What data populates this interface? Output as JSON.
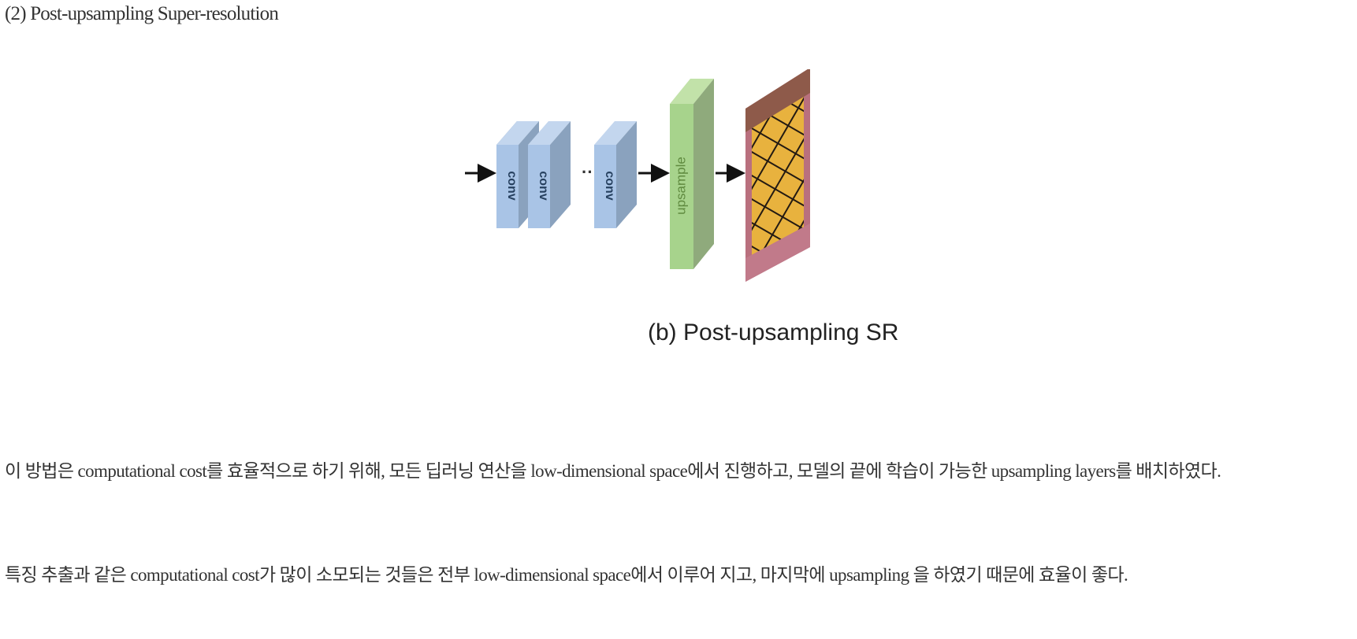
{
  "section_title": "(2) Post-upsampling Super-resolution",
  "figure": {
    "caption": "(b) Post-upsampling SR",
    "conv_labels": [
      "conv",
      "conv",
      "conv"
    ],
    "ellipsis": "···",
    "upsample_label": "upsample",
    "colors": {
      "conv_front": "#a9c4e6",
      "conv_side": "#8aa2be",
      "conv_top": "#c3d6ee",
      "upsample_front": "#a7d38c",
      "upsample_side": "#8faa7c",
      "upsample_top": "#c2e2a9",
      "arrow": "#111111"
    },
    "icons": [
      "butterfly-input-image",
      "butterfly-output-image"
    ]
  },
  "paragraphs": [
    "이 방법은 computational cost를 효율적으로 하기 위해, 모든 딥러닝 연산을 low-dimensional space에서 진행하고, 모델의 끝에 학습이 가능한 upsampling layers를 배치하였다.",
    "특징 추출과 같은 computational cost가 많이 소모되는 것들은 전부 low-dimensional space에서 이루어 지고, 마지막에 upsampling 을 하였기 때문에 효율이 좋다."
  ]
}
